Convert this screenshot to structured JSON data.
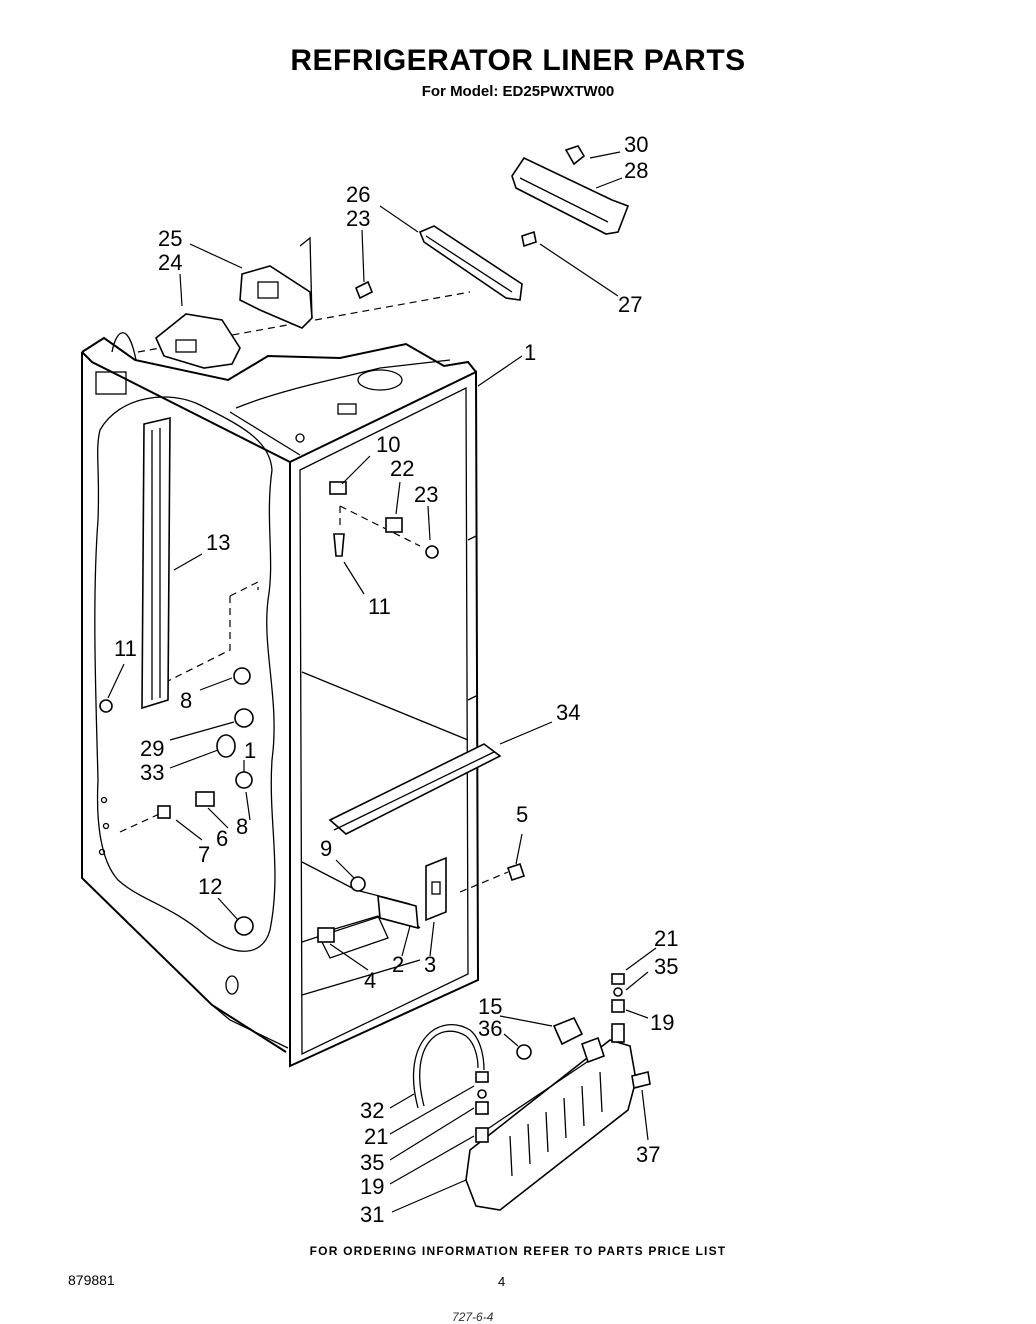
{
  "header": {
    "title": "REFRIGERATOR LINER PARTS",
    "subtitle": "For Model: ED25PWXTW00"
  },
  "footer": {
    "ordering_note": "FOR ORDERING INFORMATION REFER TO PARTS PRICE LIST",
    "doc_number": "879881",
    "page_number": "4",
    "handwritten_mark": "727-6-4"
  },
  "callouts": [
    "30",
    "28",
    "26",
    "23",
    "25",
    "24",
    "27",
    "1",
    "10",
    "22",
    "23",
    "13",
    "11",
    "11",
    "8",
    "29",
    "33",
    "1",
    "8",
    "6",
    "7",
    "34",
    "5",
    "9",
    "12",
    "4",
    "2",
    "3",
    "21",
    "35",
    "15",
    "36",
    "19",
    "32",
    "21",
    "35",
    "19",
    "31",
    "37"
  ]
}
